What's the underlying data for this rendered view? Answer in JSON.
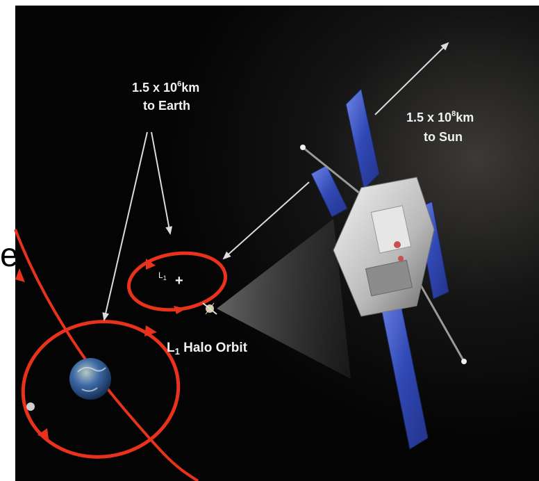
{
  "labels": {
    "earth_distance_base": "1.5 x 10",
    "earth_distance_exp": "6",
    "earth_distance_unit": "km",
    "earth_distance_line2": "to Earth",
    "sun_distance_base": "1.5 x 10",
    "sun_distance_exp": "8",
    "sun_distance_unit": "km",
    "sun_distance_line2": "to Sun",
    "l1_point": "L",
    "l1_point_sub": "1",
    "l1_cross": "+",
    "halo_orbit_prefix": "L",
    "halo_orbit_sub": "1",
    "halo_orbit_suffix": " Halo Orbit",
    "edge_glyph": "e"
  },
  "colors": {
    "space_background": "#050505",
    "orbit": "#e8321c",
    "label_text": "#f2f2f2",
    "arrow": "#dcdcdc",
    "solar_panel": "#3f57c8",
    "spacecraft_body": "#d9d9d9",
    "earth": "#2f5aa8"
  }
}
